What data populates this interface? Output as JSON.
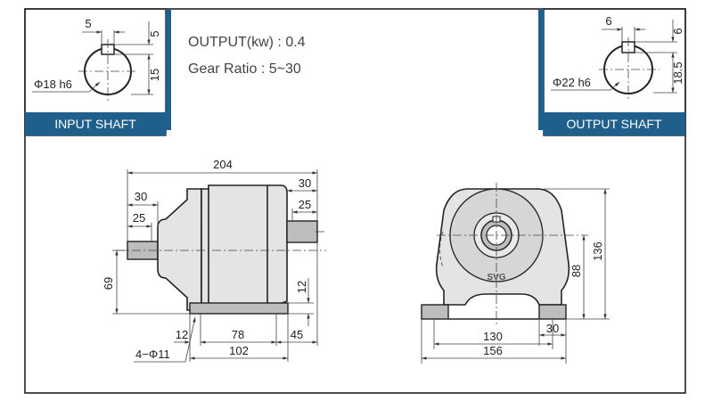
{
  "specs": {
    "output": "OUTPUT(kw) : 0.4",
    "ratio": "Gear Ratio : 5~30"
  },
  "input_shaft": {
    "label": "INPUT SHAFT",
    "dia": "Φ18 h6",
    "key_w": "5",
    "key_t": "5",
    "height": "15"
  },
  "output_shaft": {
    "label": "OUTPUT SHAFT",
    "dia": "Φ22 h6",
    "key_w": "6",
    "key_t": "6",
    "height": "18.5"
  },
  "side_view": {
    "overall": "204",
    "in_len": "30",
    "in_key": "25",
    "out_len": "30",
    "out_key": "25",
    "shaft_h": "69",
    "base_t": "12",
    "bolt_off": "12",
    "bolt_span": "78",
    "base_len": "102",
    "end_off": "45",
    "holes": "4−Φ11"
  },
  "front_view": {
    "height": "136",
    "center_h": "88",
    "bolt_span": "130",
    "foot": "30",
    "width": "156",
    "brand": "SVG"
  },
  "colors": {
    "accent": "#1f5f8b",
    "frame": "#222222"
  }
}
